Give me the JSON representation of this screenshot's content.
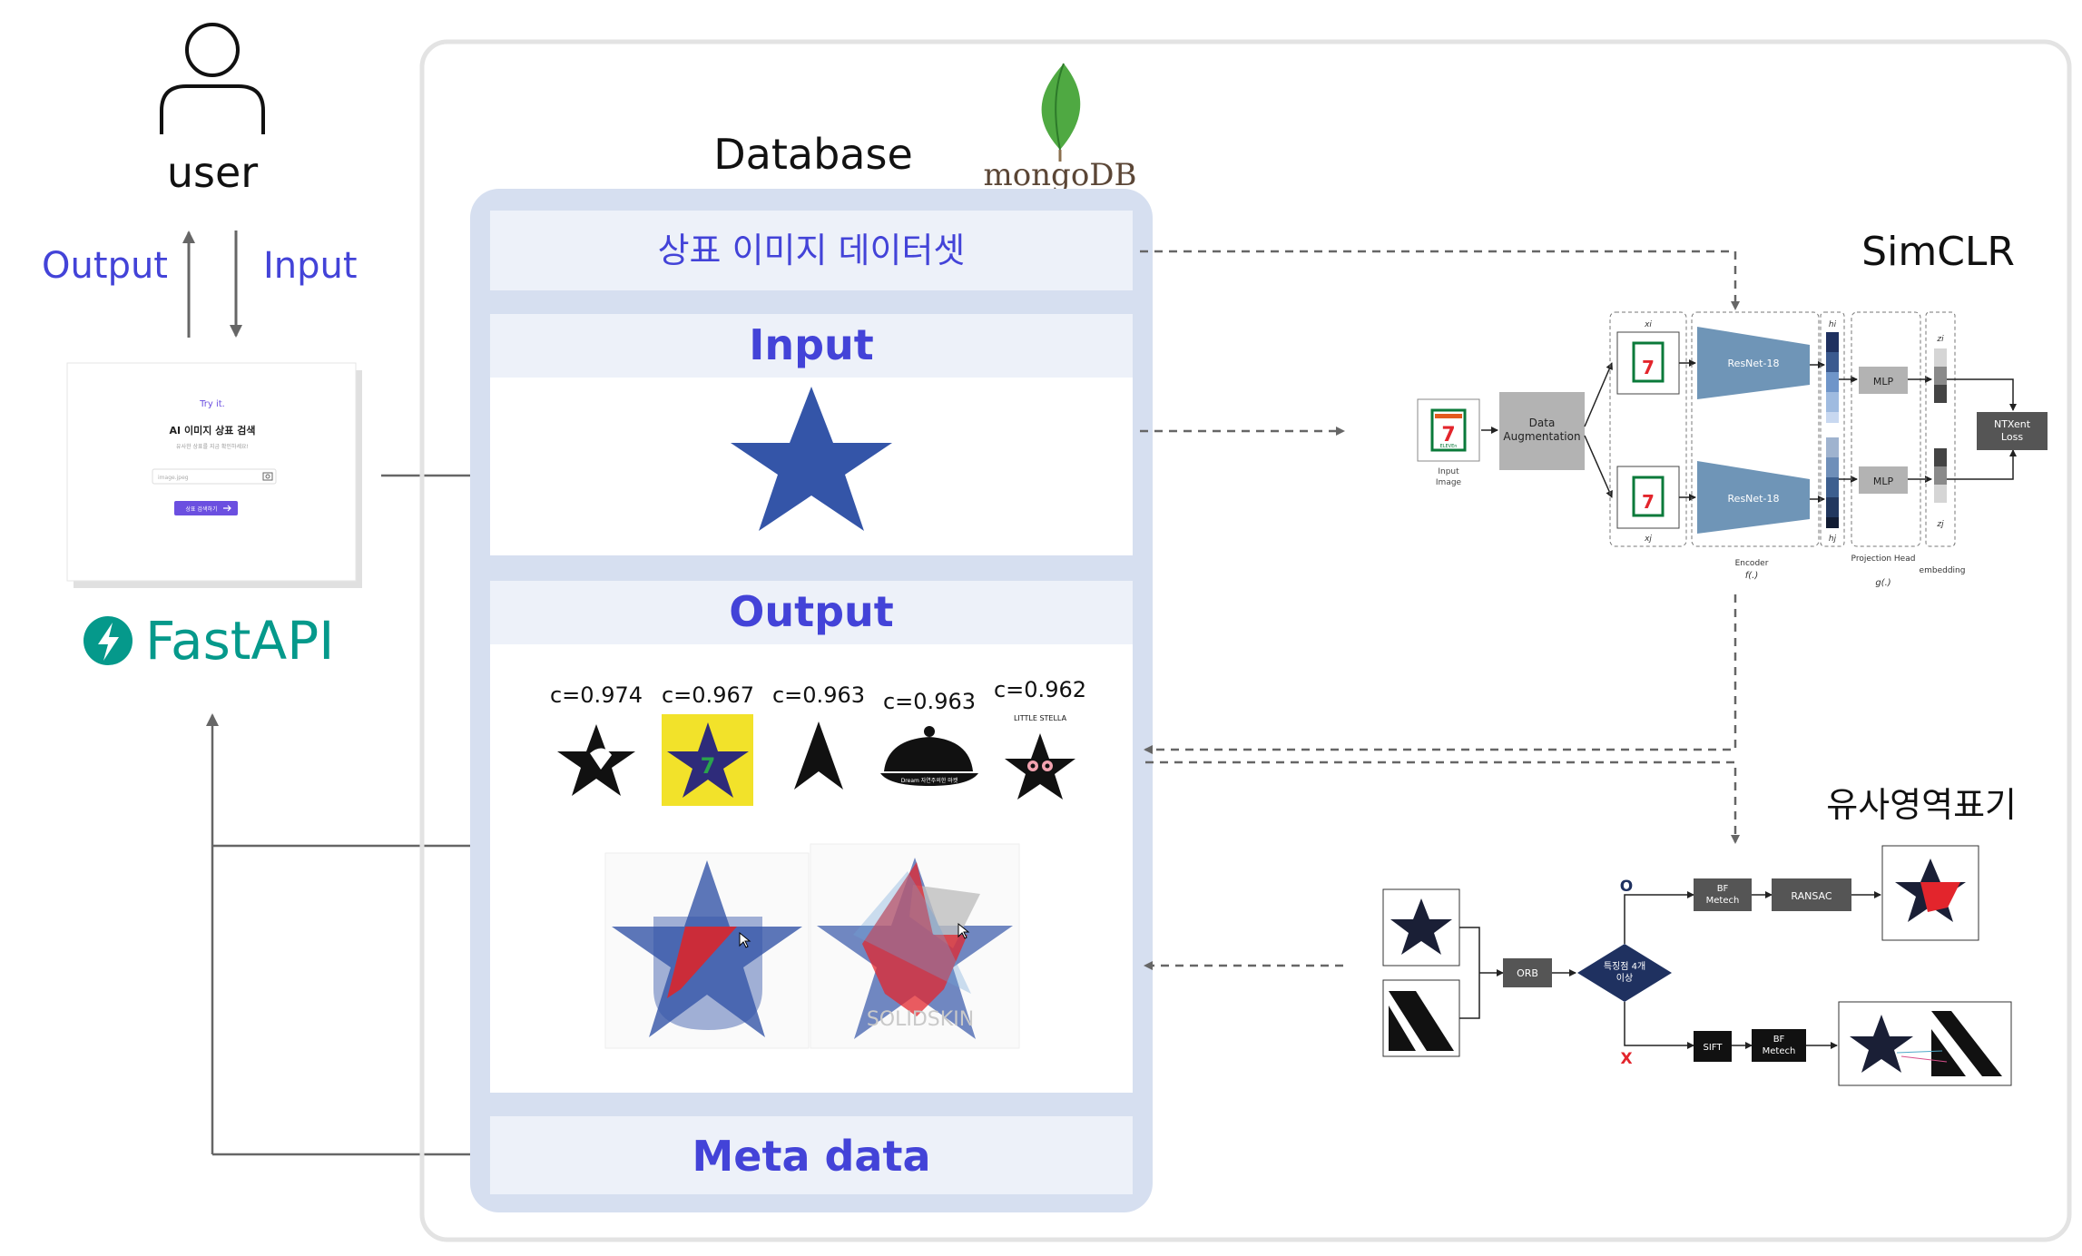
{
  "user": {
    "label": "user",
    "output_label": "Output",
    "input_label": "Input"
  },
  "webapp": {
    "try_it": "Try it.",
    "title": "AI 이미지 상표 검색",
    "subtitle": "유사한 상표를 지금 확인하세요!",
    "file_placeholder": "image.jpeg",
    "button_label": "상표 검색하기"
  },
  "fastapi": {
    "label": "FastAPI",
    "color": "#05998b"
  },
  "database": {
    "title": "Database",
    "mongodb_label": "mongoDB",
    "dataset_label": "상표 이미지 데이터셋",
    "input_header": "Input",
    "output_header": "Output",
    "metadata_label": "Meta data",
    "results": [
      "c=0.974",
      "c=0.967",
      "c=0.963",
      "c=0.963",
      "c=0.962"
    ],
    "result4_caption": "Dream 자연주의한 마켓",
    "result5_caption": "LITTLE STELLA",
    "overlay_watermark": "SOLIDSKIN"
  },
  "simclr": {
    "title": "SimCLR",
    "input_image_label": "Input Image",
    "augmentation_label": "Data Augmentation",
    "encoder_top": "ResNet-18",
    "encoder_bottom": "ResNet-18",
    "encoder_caption": "Encoder",
    "encoder_fn": "f(.)",
    "projection_caption": "Projection Head",
    "projection_fn": "g(.)",
    "mlp_top": "MLP",
    "mlp_bottom": "MLP",
    "embedding_caption": "embedding",
    "loss_label": "NTXent Loss",
    "xi": "xi",
    "xj": "xj",
    "hi": "hi",
    "hj": "hj",
    "zi": "zi",
    "zj": "zj",
    "logo_text": "ELEVEn"
  },
  "region": {
    "title": "유사영역표기",
    "orb_label": "ORB",
    "decision_label": "특징점 4개 이상",
    "yes_label": "O",
    "no_label": "X",
    "bf_top": "BF Metech",
    "ransac": "RANSAC",
    "sift": "SIFT",
    "bf_bottom": "BF Metech"
  },
  "colors": {
    "accent": "#4343d8",
    "panel_bg": "#d6dff0",
    "section_bg": "#edf1f9",
    "star_blue": "#3455a8",
    "overlay_red": "#e3252c",
    "encoder_blue": "#6f95b7",
    "gray_box": "#b3b3b3",
    "dark_box": "#555555",
    "decision_navy": "#1f3160"
  }
}
